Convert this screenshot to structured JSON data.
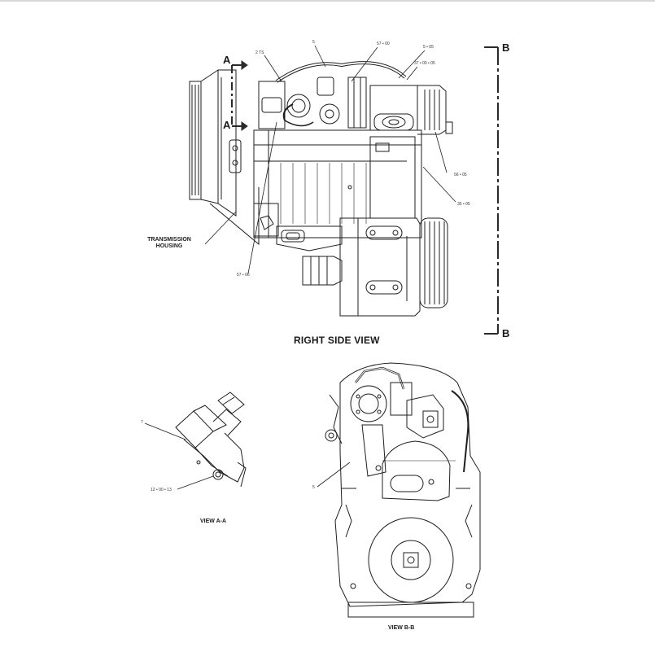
{
  "views": {
    "right_side": {
      "caption": "RIGHT SIDE VIEW"
    },
    "a_a": {
      "caption": "VIEW A-A"
    },
    "b_b": {
      "caption": "VIEW B-B"
    }
  },
  "section_marks": {
    "a_top": "A",
    "a_bottom": "A",
    "b_top": "B",
    "b_bottom": "B"
  },
  "component_labels": {
    "transmission_housing_line1": "TRANSMISSION",
    "transmission_housing_line2": "HOUSING"
  },
  "callouts": {
    "rs_1": "2 TS",
    "rs_2": "5",
    "rs_3": "57 • 00",
    "rs_4": "5 • 05",
    "rs_5": "37 • 00 • 05",
    "rs_6": "56 • 05",
    "rs_7": "35 • 05",
    "rs_8": "57 • 06",
    "aa_1": "7",
    "aa_2": "12 • 00 • 13",
    "bb_1": "5"
  },
  "colors": {
    "line": "#1e1e1e",
    "bracket": "#2a2a2a"
  }
}
